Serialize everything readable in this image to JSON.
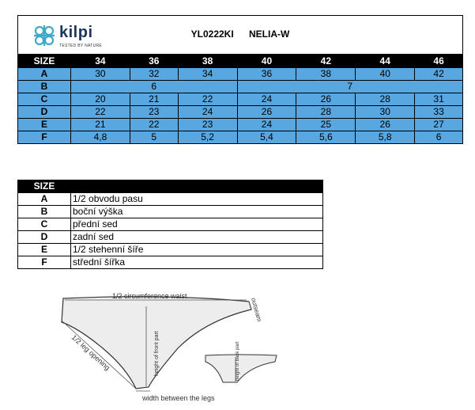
{
  "header": {
    "brand": "kilpi",
    "tagline": "TESTED BY NATURE",
    "code": "YL0222KI",
    "model": "NELIA-W"
  },
  "size_table": {
    "header_label": "SIZE",
    "sizes": [
      "34",
      "36",
      "38",
      "40",
      "42",
      "44",
      "46"
    ],
    "rows": [
      {
        "key": "A",
        "values": [
          "30",
          "32",
          "34",
          "36",
          "38",
          "40",
          "42"
        ]
      },
      {
        "key": "B",
        "values": [
          "6",
          "7"
        ]
      },
      {
        "key": "C",
        "values": [
          "20",
          "21",
          "22",
          "24",
          "26",
          "28",
          "31"
        ]
      },
      {
        "key": "D",
        "values": [
          "22",
          "23",
          "24",
          "26",
          "28",
          "30",
          "33"
        ]
      },
      {
        "key": "E",
        "values": [
          "21",
          "22",
          "23",
          "24",
          "25",
          "26",
          "27"
        ]
      },
      {
        "key": "F",
        "values": [
          "4,8",
          "5",
          "5,2",
          "5,4",
          "5,6",
          "5,8",
          "6"
        ]
      }
    ]
  },
  "legend_table": {
    "header_label": "SIZE",
    "rows": [
      {
        "key": "A",
        "desc": "1/2 obvodu pasu"
      },
      {
        "key": "B",
        "desc": "boční výška"
      },
      {
        "key": "C",
        "desc": "přední sed"
      },
      {
        "key": "D",
        "desc": "zadní sed"
      },
      {
        "key": "E",
        "desc": "1/2 stehenní šíře"
      },
      {
        "key": "F",
        "desc": "střední šířka"
      }
    ]
  },
  "diagram": {
    "waist": "1/2 circumference waist",
    "outseam": "outseam",
    "leg": "1/2 leg opening",
    "front": "height of front part",
    "back": "height of back part",
    "width": "width between the legs"
  },
  "colors": {
    "cell_blue": "#58a7e0",
    "header_black": "#000000",
    "brand_navy": "#1e3560",
    "brand_teal": "#3fa9c8"
  }
}
